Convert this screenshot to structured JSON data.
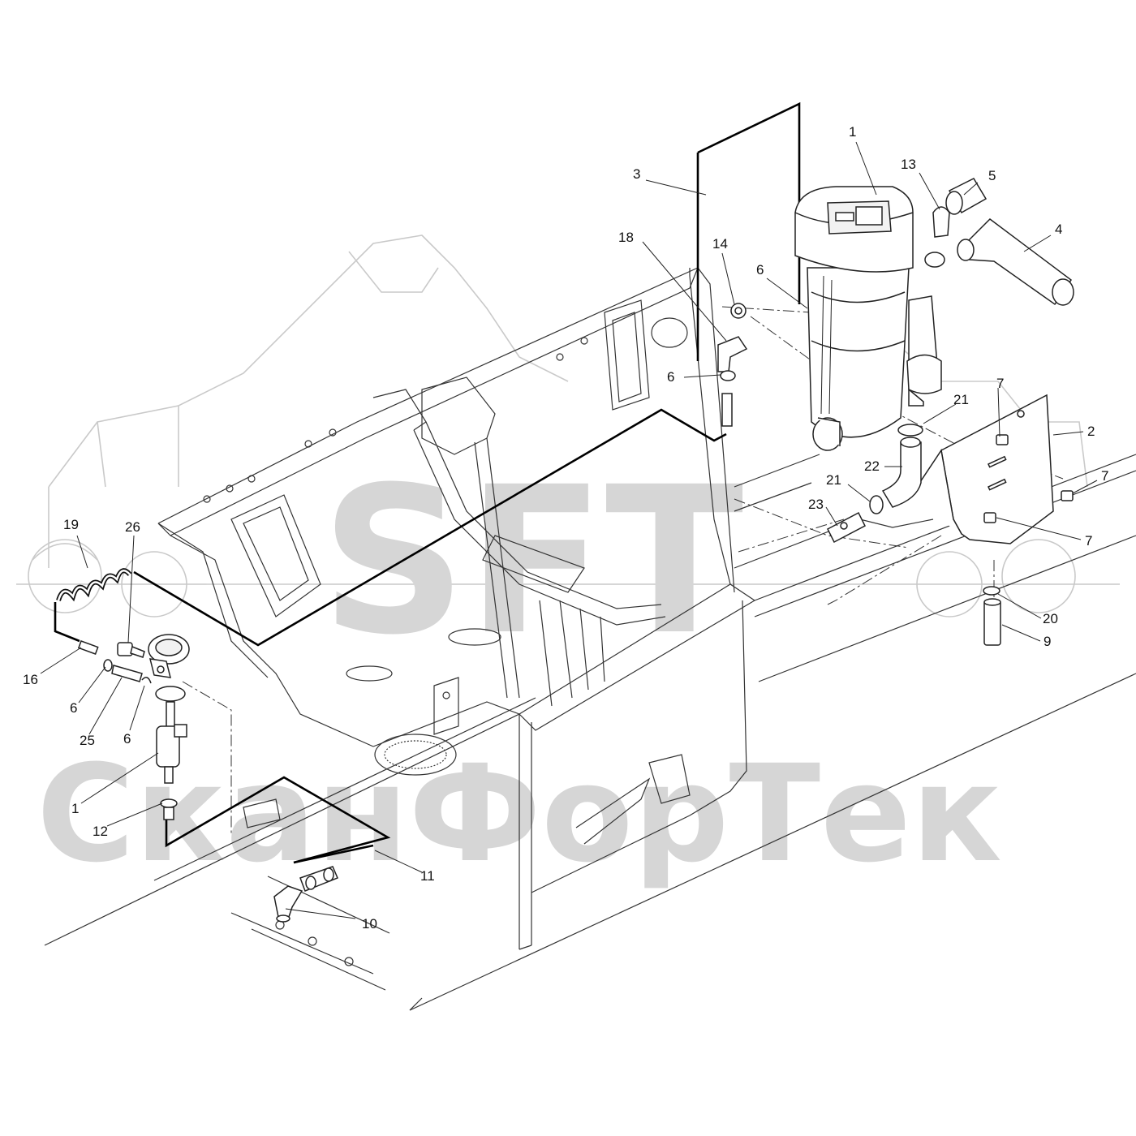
{
  "watermark": {
    "brand": "SFT",
    "company": "СканФорТек",
    "color": "#d2d2d2"
  },
  "callouts": [
    {
      "id": "c1a",
      "text": "1"
    },
    {
      "id": "c13",
      "text": "13"
    },
    {
      "id": "c5",
      "text": "5"
    },
    {
      "id": "c3",
      "text": "3"
    },
    {
      "id": "c4",
      "text": "4"
    },
    {
      "id": "c18",
      "text": "18"
    },
    {
      "id": "c14",
      "text": "14"
    },
    {
      "id": "c6a",
      "text": "6"
    },
    {
      "id": "c6b",
      "text": "6"
    },
    {
      "id": "c7a",
      "text": "7"
    },
    {
      "id": "c21a",
      "text": "21"
    },
    {
      "id": "c2",
      "text": "2"
    },
    {
      "id": "c22",
      "text": "22"
    },
    {
      "id": "c7b",
      "text": "7"
    },
    {
      "id": "c21b",
      "text": "21"
    },
    {
      "id": "c23",
      "text": "23"
    },
    {
      "id": "c7c",
      "text": "7"
    },
    {
      "id": "c19",
      "text": "19"
    },
    {
      "id": "c26",
      "text": "26"
    },
    {
      "id": "c20",
      "text": "20"
    },
    {
      "id": "c9",
      "text": "9"
    },
    {
      "id": "c16",
      "text": "16"
    },
    {
      "id": "c6c",
      "text": "6"
    },
    {
      "id": "c25",
      "text": "25"
    },
    {
      "id": "c6d",
      "text": "6"
    },
    {
      "id": "c1b",
      "text": "1"
    },
    {
      "id": "c12",
      "text": "12"
    },
    {
      "id": "c11",
      "text": "11"
    },
    {
      "id": "c10",
      "text": "10"
    }
  ]
}
